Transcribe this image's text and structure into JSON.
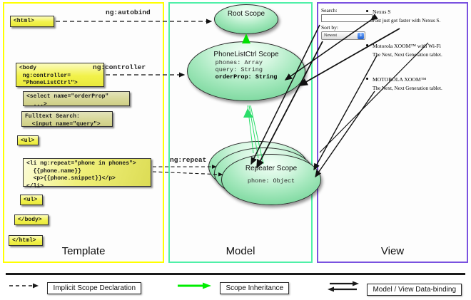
{
  "panels": {
    "template": {
      "label": "Template",
      "border_color": "#ffff00"
    },
    "model": {
      "label": "Model",
      "border_color": "#4ff0a8"
    },
    "view": {
      "label": "View",
      "border_color": "#7a52e0"
    }
  },
  "template": {
    "boxes": [
      {
        "id": "html",
        "text": "<html>"
      },
      {
        "id": "body",
        "text": "<body\n ng:controller=\n \"PhoneListCtrl\">"
      },
      {
        "id": "select",
        "text": "<select name=\"orderProp\"\n  ...>"
      },
      {
        "id": "fulltext",
        "text": "Fulltext Search:\n  <input name=\"query\">"
      },
      {
        "id": "ul1",
        "text": "<ul>"
      },
      {
        "id": "li",
        "text": "<li ng:repeat=\"phone in phones\">\n  {{phone.name}}\n  <p>{{phone.snippet}}</p>\n</li>"
      },
      {
        "id": "ul2",
        "text": "<ul>"
      },
      {
        "id": "bodyend",
        "text": "</body>"
      },
      {
        "id": "htmlend",
        "text": "</html>"
      }
    ]
  },
  "connectors": {
    "autobind": "ng:autobind",
    "controller": "ng:controller",
    "repeat": "ng:repeat"
  },
  "model": {
    "scopes": [
      {
        "id": "root",
        "title": "Root\nScope",
        "props": []
      },
      {
        "id": "ctrl",
        "title": "PhoneListCtrl\nScope",
        "props": [
          {
            "text": "phones: Array",
            "bold": false
          },
          {
            "text": "query: String",
            "bold": false
          },
          {
            "text": "orderProp: String",
            "bold": true
          }
        ]
      },
      {
        "id": "repeater",
        "title": "Repeater\nScope",
        "props": [
          {
            "text": "phone: Object",
            "bold": false
          }
        ],
        "stack_count": 3
      }
    ]
  },
  "view": {
    "search_label": "Search:",
    "search_value": "",
    "search_placeholder": "",
    "sort_label": "Sort by:",
    "sort_selected": "Newest",
    "sort_options": [
      "Newest"
    ],
    "phones": [
      {
        "name": "Nexus S",
        "snippet": "Fast just got faster with Nexus S."
      },
      {
        "name": "Motorola XOOM™ with Wi-Fi",
        "snippet": "The Next, Next Generation tablet."
      },
      {
        "name": "MOTOROLA XOOM™",
        "snippet": "The Next, Next Generation tablet."
      }
    ]
  },
  "legend": {
    "items": [
      {
        "label": "Implicit Scope Declaration",
        "style": "dashed-arrow",
        "color": "#1a1a1a"
      },
      {
        "label": "Scope Inheritance",
        "style": "green-arrow",
        "color": "#00ee00"
      },
      {
        "label": "Model / View Data-binding",
        "style": "double-arrow",
        "color": "#1a1a1a"
      }
    ]
  }
}
